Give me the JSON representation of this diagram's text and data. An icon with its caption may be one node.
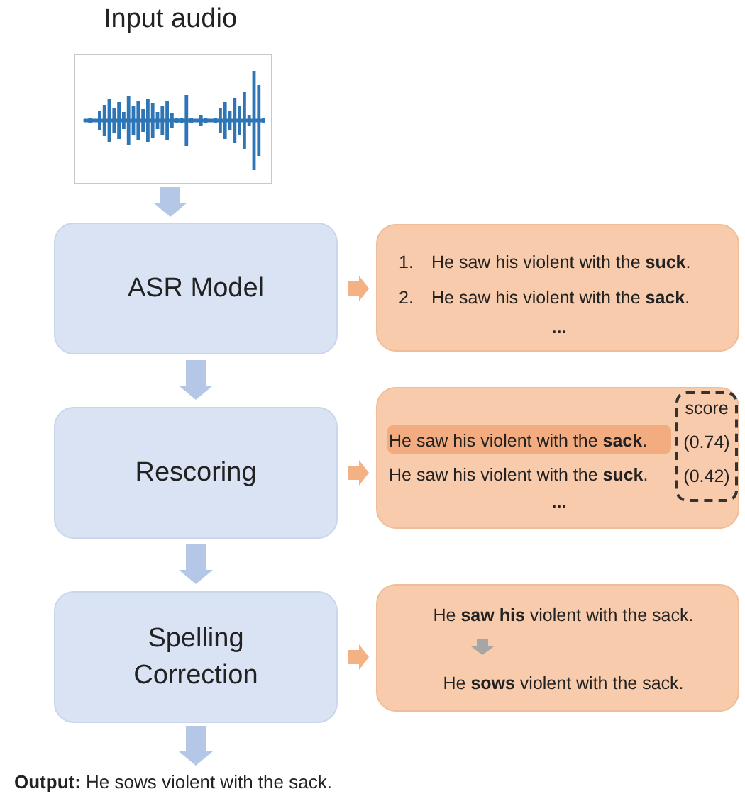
{
  "diagram": {
    "nodes": [
      {
        "text": [
          "Input audio"
        ]
      },
      {
        "text": [
          "ASR Model"
        ]
      },
      {
        "text": [
          "Rescoring"
        ]
      },
      {
        "text": [
          "Spelling Correction"
        ]
      },
      {
        "text": [
          "1.",
          "He saw his violent with the **suck**.",
          "2.",
          "He saw his violent with the **sack**.",
          "..."
        ]
      },
      {
        "text": [
          "He saw his violent with the **sack**.",
          "He saw his violent with the **suck**.",
          "..."
        ]
      },
      {
        "text": [
          "score",
          "(0.74)",
          "(0.42)"
        ],
        "in": 5
      },
      {
        "text": [],
        "shape": "box"
      },
      {
        "text": [
          "He **saw his** violent with the sack."
        ],
        "in": 7
      },
      {
        "text": [
          "He **sows** violent with the sack."
        ],
        "in": 7
      },
      {
        "text": [
          "**Output:** He sows violent with the sack."
        ]
      }
    ],
    "edges": [
      {
        "from": 0,
        "to": 1,
        "arrow": "to"
      },
      {
        "from": 1,
        "to": 2,
        "arrow": "to"
      },
      {
        "from": 2,
        "to": 3,
        "arrow": "to"
      },
      {
        "from": 3,
        "to": 10,
        "arrow": "to"
      },
      {
        "from": 1,
        "to": 4,
        "arrow": "to",
        "color": "#f4b183"
      },
      {
        "from": 2,
        "to": 5,
        "arrow": "to",
        "color": "#f4b183"
      },
      {
        "from": 3,
        "to": 7,
        "arrow": "to",
        "color": "#f4b183"
      },
      {
        "from": 8,
        "to": 9,
        "arrow": "to",
        "color": "#a6a6a6"
      }
    ]
  }
}
